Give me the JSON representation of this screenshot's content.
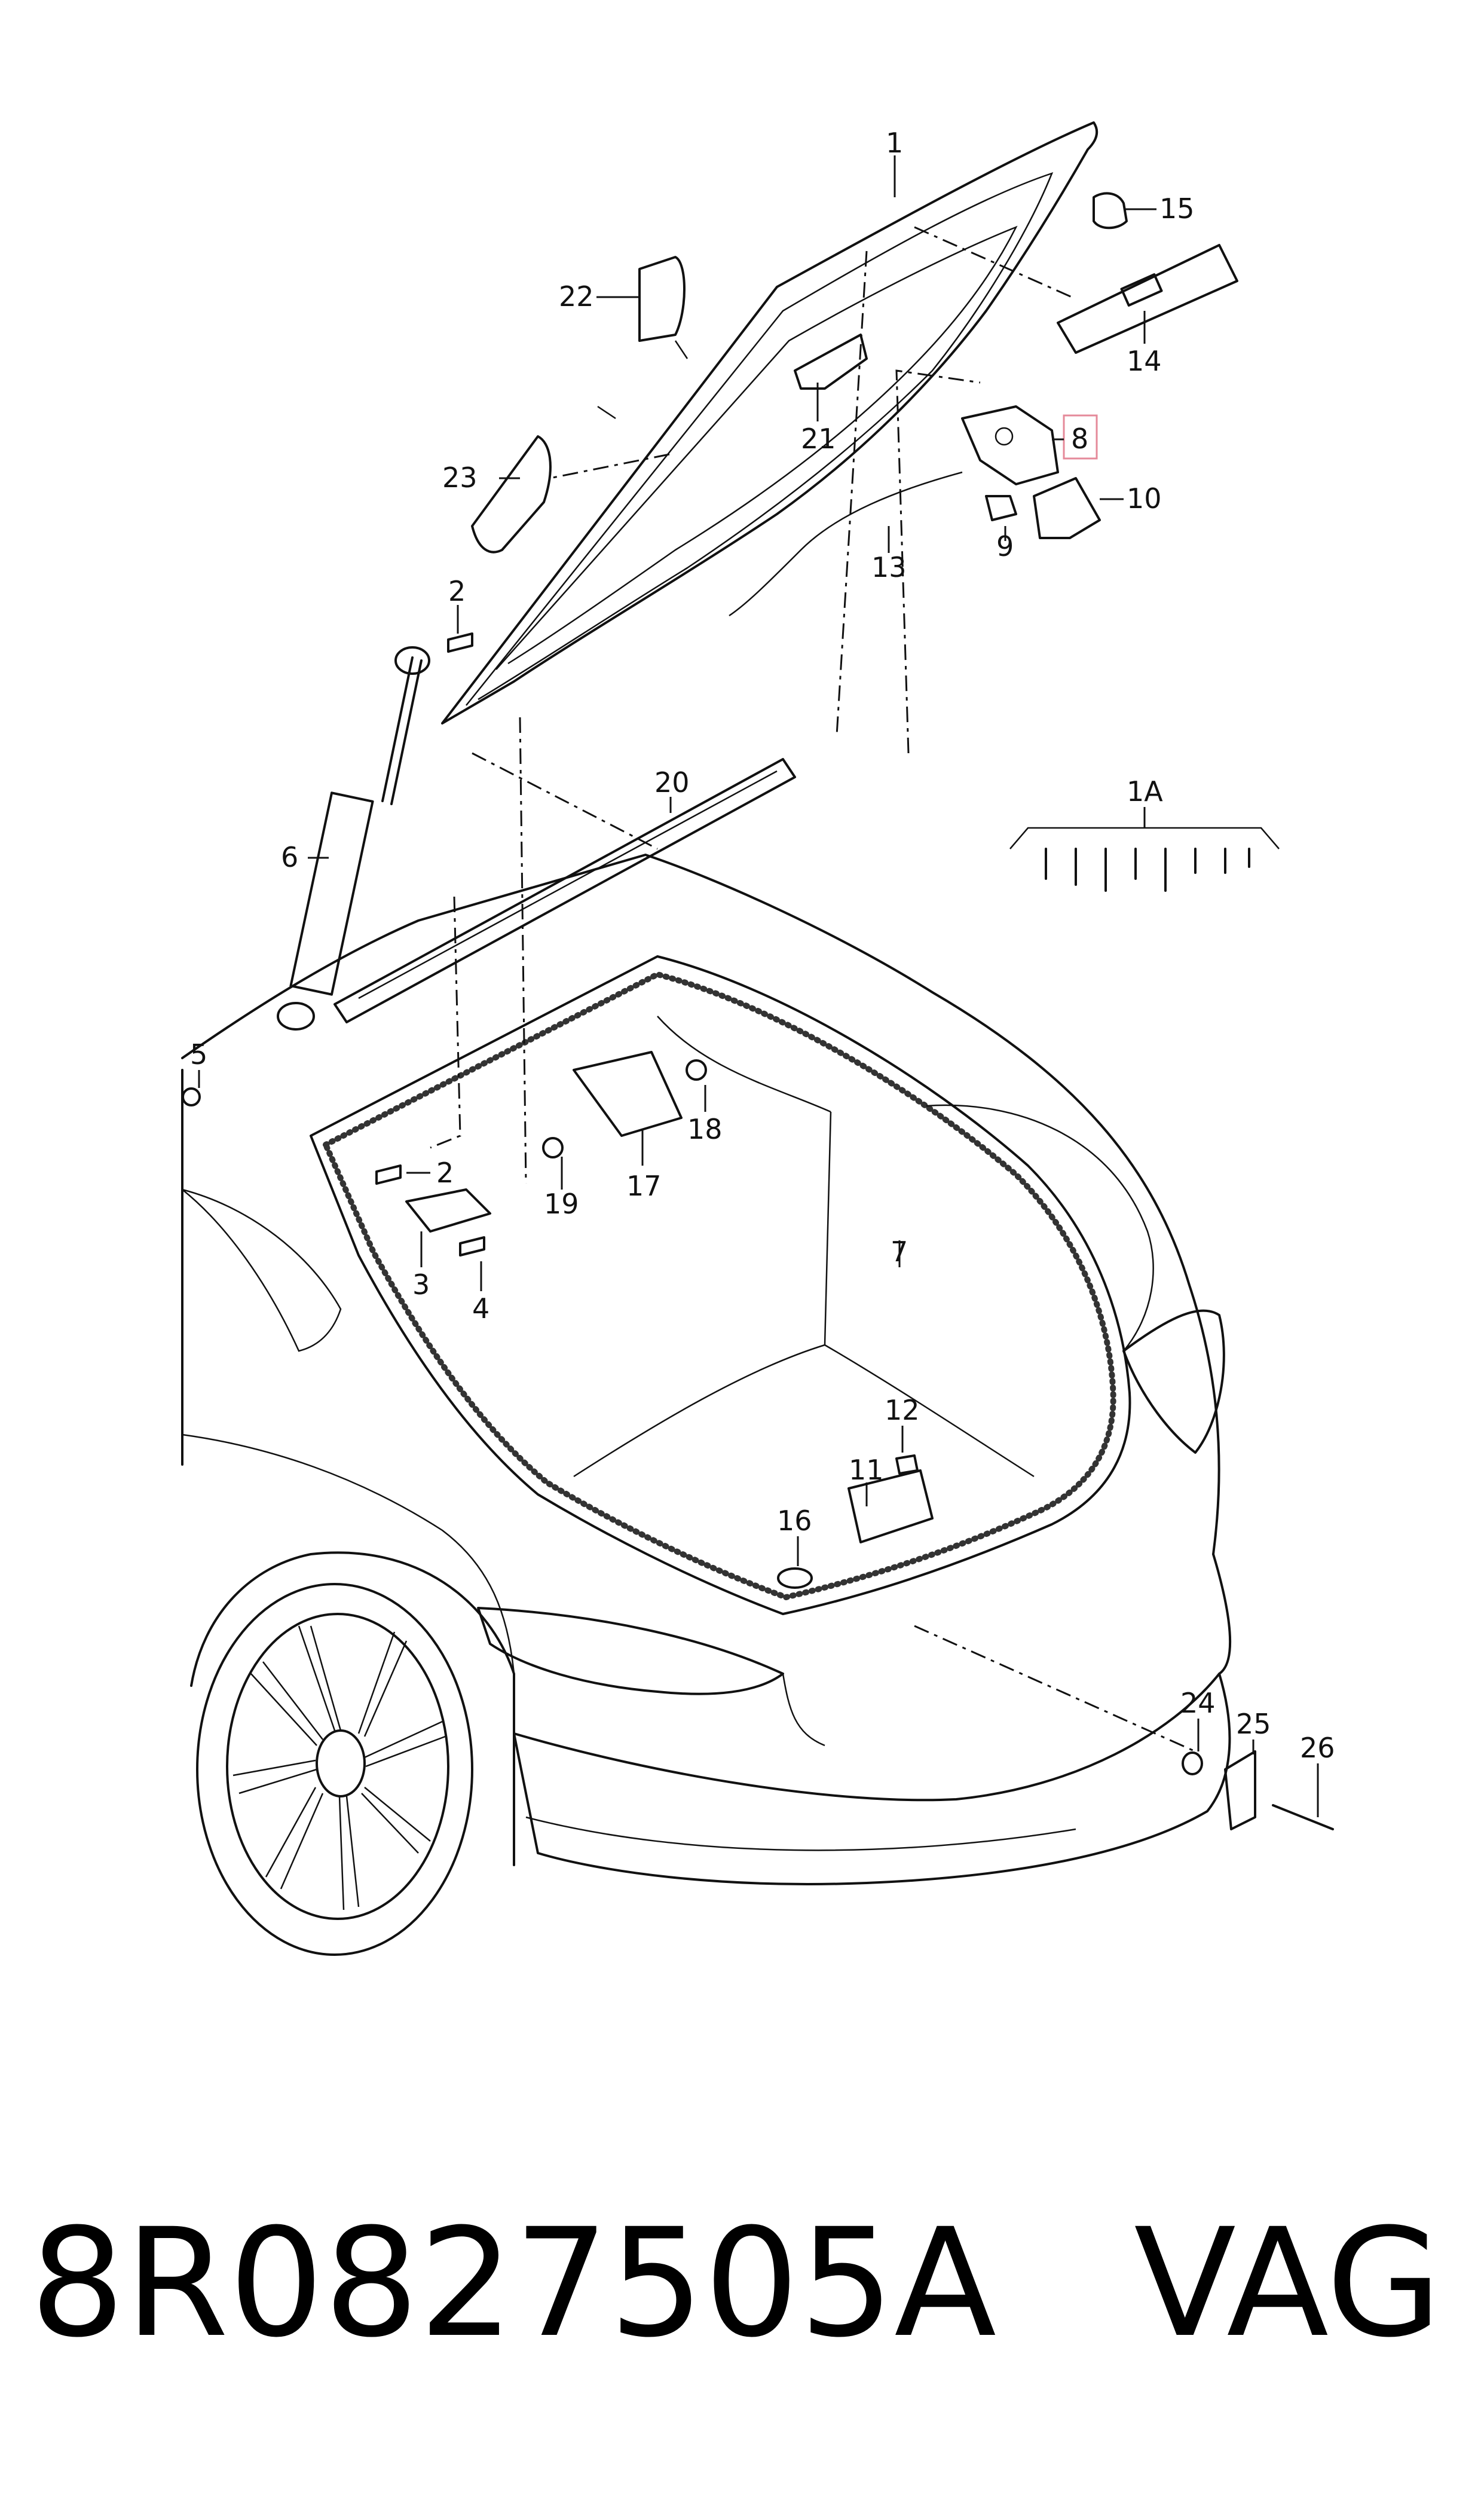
{
  "callouts": [
    "1",
    "1A",
    "2",
    "2",
    "3",
    "4",
    "5",
    "6",
    "7",
    "8",
    "9",
    "10",
    "11",
    "12",
    "13",
    "14",
    "15",
    "16",
    "17",
    "18",
    "19",
    "20",
    "21",
    "22",
    "23",
    "24",
    "25",
    "26"
  ],
  "highlighted_callout": "8",
  "footer": {
    "part_number": "8R0827505A",
    "brand": "VAG"
  }
}
